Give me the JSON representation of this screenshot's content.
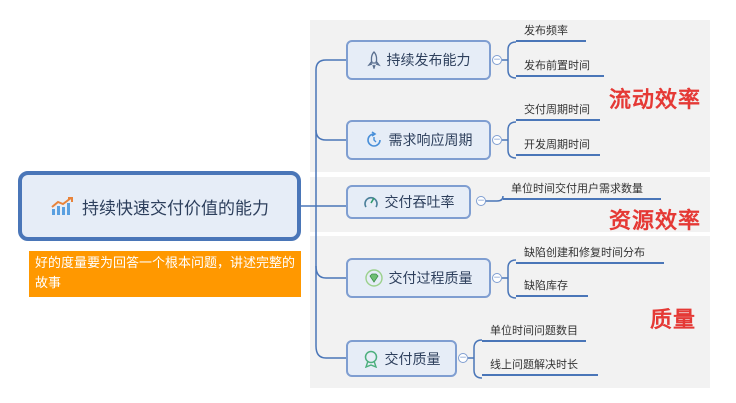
{
  "root": {
    "label": "持续快速交付价值的能力",
    "icon": "trend-chart-icon"
  },
  "note": "好的度量要为回答一个根本问题，讲述完整的故事",
  "categories": {
    "flow": "流动效率",
    "resource": "资源效率",
    "quality": "质量"
  },
  "branches": [
    {
      "label": "持续发布能力",
      "icon": "rocket-icon",
      "leaves": [
        "发布频率",
        "发布前置时间"
      ]
    },
    {
      "label": "需求响应周期",
      "icon": "cycle-icon",
      "leaves": [
        "交付周期时间",
        "开发周期时间"
      ]
    },
    {
      "label": "交付吞吐率",
      "icon": "gauge-icon",
      "leaves": [
        "单位时间交付用户需求数量"
      ]
    },
    {
      "label": "交付过程质量",
      "icon": "gem-icon",
      "leaves": [
        "缺陷创建和修复时间分布",
        "缺陷库存"
      ]
    },
    {
      "label": "交付质量",
      "icon": "badge-icon",
      "leaves": [
        "单位时间问题数目",
        "线上问题解决时长"
      ]
    }
  ],
  "colors": {
    "line": "#4a76b8",
    "node_border": "#7f9ed1",
    "category_text": "#e53935",
    "note_bg": "#ff9800"
  }
}
